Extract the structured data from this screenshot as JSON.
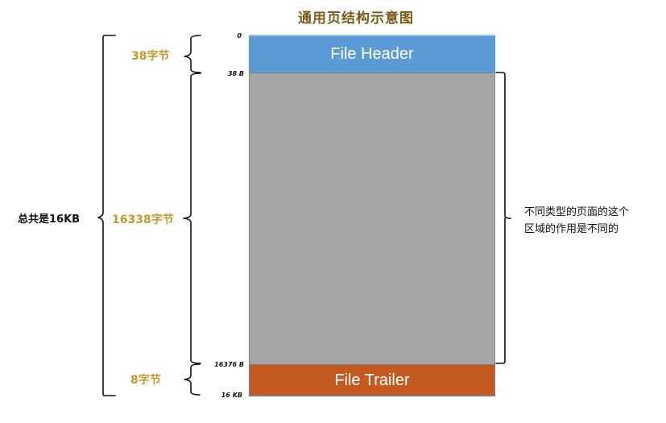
{
  "title": "通用页结构示意图",
  "segments": {
    "header": {
      "label": "File Header",
      "color": "#5b9bd5"
    },
    "body": {
      "label": "",
      "color": "#a5a5a5"
    },
    "trailer": {
      "label": "File Trailer",
      "color": "#c55a20"
    }
  },
  "offsets": {
    "start": "0",
    "header_end": "38 B",
    "trailer_start": "16376 B",
    "end": "16 KB"
  },
  "sizes": {
    "header": "38字节",
    "body": "16338字节",
    "trailer": "8字节"
  },
  "total": "总共是16KB",
  "note": {
    "line1": "不同类型的页面的这个",
    "line2": "区域的作用是不同的"
  }
}
